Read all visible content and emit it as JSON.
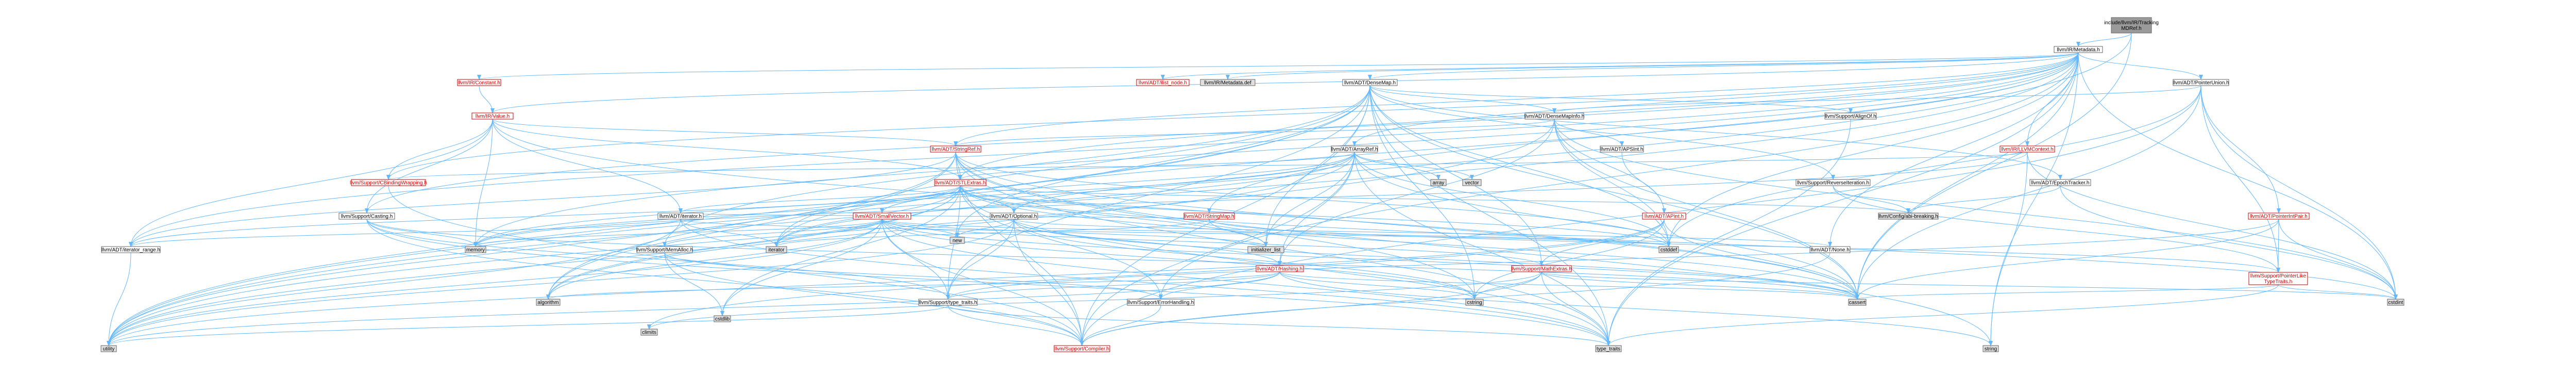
{
  "palette": {
    "root_fill": "#9a9a9a",
    "node_fill": "#ffffff",
    "ext_fill": "#e0e0e0",
    "border": "#666666",
    "border_red": "#cc0000",
    "edge": "#63b8ff",
    "red_text": "#cc0000"
  },
  "nodes": [
    {
      "id": "root",
      "label": "include/llvm/IR/Tracking\nMDRef.h",
      "kind": "root"
    },
    {
      "id": "metadata",
      "label": "llvm/IR/Metadata.h",
      "kind": "normal"
    },
    {
      "id": "constant",
      "label": "llvm/IR/Constant.h",
      "kind": "red"
    },
    {
      "id": "value",
      "label": "llvm/IR/Value.h",
      "kind": "red"
    },
    {
      "id": "ilistnode",
      "label": "llvm/ADT/ilist_node.h",
      "kind": "red"
    },
    {
      "id": "metadatadef",
      "label": "llvm/IR/Metadata.def",
      "kind": "ext"
    },
    {
      "id": "densemap",
      "label": "llvm/ADT/DenseMap.h",
      "kind": "normal"
    },
    {
      "id": "pointerunion",
      "label": "llvm/ADT/PointerUnion.h",
      "kind": "normal"
    },
    {
      "id": "densemapinfo",
      "label": "llvm/ADT/DenseMapInfo.h",
      "kind": "normal"
    },
    {
      "id": "aligntof",
      "label": "llvm/Support/AlignOf.h",
      "kind": "normal"
    },
    {
      "id": "llvmcontext",
      "label": "llvm/IR/LLVMContext.h",
      "kind": "red"
    },
    {
      "id": "stringref",
      "label": "llvm/ADT/StringRef.h",
      "kind": "red"
    },
    {
      "id": "arrayref",
      "label": "llvm/ADT/ArrayRef.h",
      "kind": "normal"
    },
    {
      "id": "apsint",
      "label": "llvm/ADT/APSInt.h",
      "kind": "normal"
    },
    {
      "id": "cbinding",
      "label": "llvm/Support/CBindingWrapping.h",
      "kind": "red"
    },
    {
      "id": "stlextras",
      "label": "llvm/ADT/STLExtras.h",
      "kind": "red"
    },
    {
      "id": "array",
      "label": "array",
      "kind": "ext"
    },
    {
      "id": "vector",
      "label": "vector",
      "kind": "ext"
    },
    {
      "id": "reverseiter",
      "label": "llvm/Support/ReverseIteration.h",
      "kind": "normal"
    },
    {
      "id": "epochtracker",
      "label": "llvm/ADT/EpochTracker.h",
      "kind": "normal"
    },
    {
      "id": "casting",
      "label": "llvm/Support/Casting.h",
      "kind": "normal"
    },
    {
      "id": "iteratorh",
      "label": "llvm/ADT/iterator.h",
      "kind": "normal"
    },
    {
      "id": "smallvector",
      "label": "llvm/ADT/SmallVector.h",
      "kind": "red"
    },
    {
      "id": "optional",
      "label": "llvm/ADT/Optional.h",
      "kind": "normal"
    },
    {
      "id": "stringmap",
      "label": "llvm/ADT/StringMap.h",
      "kind": "red"
    },
    {
      "id": "apint",
      "label": "llvm/ADT/APInt.h",
      "kind": "red"
    },
    {
      "id": "configbreak",
      "label": "llvm/Config/abi-breaking.h",
      "kind": "ext"
    },
    {
      "id": "pointerintpair",
      "label": "llvm/ADT/PointerIntPair.h",
      "kind": "red"
    },
    {
      "id": "iteratorrange",
      "label": "llvm/ADT/iterator_range.h",
      "kind": "normal"
    },
    {
      "id": "memory",
      "label": "memory",
      "kind": "ext"
    },
    {
      "id": "memalloc",
      "label": "llvm/Support/MemAlloc.h",
      "kind": "normal"
    },
    {
      "id": "iterator",
      "label": "iterator",
      "kind": "ext"
    },
    {
      "id": "new",
      "label": "new",
      "kind": "ext"
    },
    {
      "id": "initlist",
      "label": "initializer_list",
      "kind": "ext"
    },
    {
      "id": "hashing",
      "label": "llvm/ADT/Hashing.h",
      "kind": "red"
    },
    {
      "id": "cstddef",
      "label": "cstddef",
      "kind": "ext"
    },
    {
      "id": "mathextras",
      "label": "llvm/Support/MathExtras.h",
      "kind": "red"
    },
    {
      "id": "noneh",
      "label": "llvm/ADT/None.h",
      "kind": "normal"
    },
    {
      "id": "ptrliketypetraits",
      "label": "llvm/Support/PointerLike\nTypeTraits.h",
      "kind": "red"
    },
    {
      "id": "algorithm",
      "label": "algorithm",
      "kind": "ext"
    },
    {
      "id": "typetraits",
      "label": "llvm/Support/type_traits.h",
      "kind": "normal"
    },
    {
      "id": "errorhandling",
      "label": "llvm/Support/ErrorHandling.h",
      "kind": "normal"
    },
    {
      "id": "cstring",
      "label": "cstring",
      "kind": "ext"
    },
    {
      "id": "cassert",
      "label": "cassert",
      "kind": "ext"
    },
    {
      "id": "cstdint",
      "label": "cstdint",
      "kind": "ext"
    },
    {
      "id": "climits",
      "label": "climits",
      "kind": "ext"
    },
    {
      "id": "cstdlib",
      "label": "cstdlib",
      "kind": "ext"
    },
    {
      "id": "utility",
      "label": "utility",
      "kind": "ext"
    },
    {
      "id": "compiler",
      "label": "llvm/Support/Compiler.h",
      "kind": "red"
    },
    {
      "id": "stdtypetraits",
      "label": "type_traits",
      "kind": "ext"
    },
    {
      "id": "string",
      "label": "string",
      "kind": "ext"
    }
  ],
  "edges": [
    [
      "root",
      "metadata"
    ],
    [
      "root",
      "utility"
    ],
    [
      "root",
      "cassert"
    ],
    [
      "metadata",
      "constant"
    ],
    [
      "metadata",
      "value"
    ],
    [
      "metadata",
      "ilistnode"
    ],
    [
      "metadata",
      "metadatadef"
    ],
    [
      "metadata",
      "densemap"
    ],
    [
      "metadata",
      "pointerunion"
    ],
    [
      "metadata",
      "llvmcontext"
    ],
    [
      "metadata",
      "stringref"
    ],
    [
      "metadata",
      "arrayref"
    ],
    [
      "metadata",
      "stlextras"
    ],
    [
      "metadata",
      "casting"
    ],
    [
      "metadata",
      "iteratorrange"
    ],
    [
      "metadata",
      "stringmap"
    ],
    [
      "metadata",
      "memory"
    ],
    [
      "metadata",
      "iterator"
    ],
    [
      "metadata",
      "cstddef"
    ],
    [
      "metadata",
      "cstdint"
    ],
    [
      "metadata",
      "string"
    ],
    [
      "metadata",
      "errorhandling"
    ],
    [
      "metadata",
      "cbinding"
    ],
    [
      "metadata",
      "noneh"
    ],
    [
      "metadata",
      "stdtypetraits"
    ],
    [
      "metadata",
      "utility"
    ],
    [
      "metadata",
      "cassert"
    ],
    [
      "constant",
      "value"
    ],
    [
      "value",
      "stlextras"
    ],
    [
      "value",
      "stringref"
    ],
    [
      "value",
      "iteratorrange"
    ],
    [
      "value",
      "cbinding"
    ],
    [
      "value",
      "casting"
    ],
    [
      "value",
      "memory"
    ],
    [
      "value",
      "cassert"
    ],
    [
      "value",
      "iteratorh"
    ],
    [
      "densemap",
      "densemapinfo"
    ],
    [
      "densemap",
      "epochtracker"
    ],
    [
      "densemap",
      "aligntof"
    ],
    [
      "densemap",
      "compiler"
    ],
    [
      "densemap",
      "mathextras"
    ],
    [
      "densemap",
      "memalloc"
    ],
    [
      "densemap",
      "reverseiter"
    ],
    [
      "densemap",
      "typetraits"
    ],
    [
      "densemap",
      "algorithm"
    ],
    [
      "densemap",
      "cassert"
    ],
    [
      "densemap",
      "cstddef"
    ],
    [
      "densemap",
      "cstring"
    ],
    [
      "densemap",
      "initlist"
    ],
    [
      "densemap",
      "iterator"
    ],
    [
      "densemap",
      "new"
    ],
    [
      "densemap",
      "stdtypetraits"
    ],
    [
      "densemap",
      "utility"
    ],
    [
      "densemapinfo",
      "apint"
    ],
    [
      "densemapinfo",
      "apsint"
    ],
    [
      "densemapinfo",
      "hashing"
    ],
    [
      "densemapinfo",
      "stringref"
    ],
    [
      "densemapinfo",
      "cassert"
    ],
    [
      "densemapinfo",
      "cstddef"
    ],
    [
      "densemapinfo",
      "cstdint"
    ],
    [
      "densemapinfo",
      "tuple"
    ],
    [
      "densemapinfo",
      "utility"
    ],
    [
      "apsint",
      "apint"
    ],
    [
      "apint",
      "mathextras"
    ],
    [
      "apint",
      "cassert"
    ],
    [
      "apint",
      "climits"
    ],
    [
      "apint",
      "cstring"
    ],
    [
      "apint",
      "utility"
    ],
    [
      "pointerunion",
      "densemapinfo"
    ],
    [
      "pointerunion",
      "pointerintpair"
    ],
    [
      "pointerunion",
      "compiler"
    ],
    [
      "pointerunion",
      "ptrliketypetraits"
    ],
    [
      "pointerunion",
      "cassert"
    ],
    [
      "pointerunion",
      "cstddef"
    ],
    [
      "pointerunion",
      "cstdint"
    ],
    [
      "pointerintpair",
      "ptrliketypetraits"
    ],
    [
      "pointerintpair",
      "typetraits"
    ],
    [
      "pointerintpair",
      "cassert"
    ],
    [
      "pointerintpair",
      "cstdint"
    ],
    [
      "pointerintpair",
      "limits"
    ],
    [
      "ptrliketypetraits",
      "cassert"
    ],
    [
      "ptrliketypetraits",
      "cstdint"
    ],
    [
      "ptrliketypetraits",
      "stdtypetraits"
    ],
    [
      "llvmcontext",
      "cbinding"
    ],
    [
      "llvmcontext",
      "cstdint"
    ],
    [
      "llvmcontext",
      "memory"
    ],
    [
      "llvmcontext",
      "string"
    ],
    [
      "stringref",
      "stlextras"
    ],
    [
      "stringref",
      "iteratorrange"
    ],
    [
      "stringref",
      "compiler"
    ],
    [
      "stringref",
      "algorithm"
    ],
    [
      "stringref",
      "cassert"
    ],
    [
      "stringref",
      "cstddef"
    ],
    [
      "stringref",
      "cstring"
    ],
    [
      "stringref",
      "limits"
    ],
    [
      "stringref",
      "string"
    ],
    [
      "stringref",
      "stdtypetraits"
    ],
    [
      "stringref",
      "utility"
    ],
    [
      "arrayref",
      "hashing"
    ],
    [
      "arrayref",
      "none"
    ],
    [
      "arrayref",
      "smallvector"
    ],
    [
      "arrayref",
      "stlextras"
    ],
    [
      "arrayref",
      "compiler"
    ],
    [
      "arrayref",
      "algorithm"
    ],
    [
      "arrayref",
      "array"
    ],
    [
      "arrayref",
      "cassert"
    ],
    [
      "arrayref",
      "cstddef"
    ],
    [
      "arrayref",
      "initlist"
    ],
    [
      "arrayref",
      "iterator"
    ],
    [
      "arrayref",
      "memory"
    ],
    [
      "arrayref",
      "stdtypetraits"
    ],
    [
      "arrayref",
      "vector"
    ],
    [
      "arrayref",
      "optional"
    ],
    [
      "stlextras",
      "iteratorh"
    ],
    [
      "stlextras",
      "iteratorrange"
    ],
    [
      "stlextras",
      "optional"
    ],
    [
      "stlextras",
      "configbreak"
    ],
    [
      "stlextras",
      "errorhandling"
    ],
    [
      "stlextras",
      "typetraits"
    ],
    [
      "stlextras",
      "algorithm"
    ],
    [
      "stlextras",
      "cassert"
    ],
    [
      "stlextras",
      "cstddef"
    ],
    [
      "stlextras",
      "cstdint"
    ],
    [
      "stlextras",
      "cstdlib"
    ],
    [
      "stlextras",
      "functional"
    ],
    [
      "stlextras",
      "initlist"
    ],
    [
      "stlextras",
      "iterator"
    ],
    [
      "stlextras",
      "limits"
    ],
    [
      "stlextras",
      "memory"
    ],
    [
      "stlextras",
      "tuple"
    ],
    [
      "stlextras",
      "stdtypetraits"
    ],
    [
      "stlextras",
      "utility"
    ],
    [
      "smallvector",
      "compiler"
    ],
    [
      "smallvector",
      "mathextras"
    ],
    [
      "smallvector",
      "memalloc"
    ],
    [
      "smallvector",
      "typetraits"
    ],
    [
      "smallvector",
      "algorithm"
    ],
    [
      "smallvector",
      "cassert"
    ],
    [
      "smallvector",
      "cstddef"
    ],
    [
      "smallvector",
      "cstdlib"
    ],
    [
      "smallvector",
      "cstring"
    ],
    [
      "smallvector",
      "initlist"
    ],
    [
      "smallvector",
      "iterator"
    ],
    [
      "smallvector",
      "limits"
    ],
    [
      "smallvector",
      "memory"
    ],
    [
      "smallvector",
      "new"
    ],
    [
      "smallvector",
      "stdtypetraits"
    ],
    [
      "smallvector",
      "utility"
    ],
    [
      "optional",
      "hashing"
    ],
    [
      "optional",
      "noneh"
    ],
    [
      "optional",
      "stlforwardcompat"
    ],
    [
      "optional",
      "compiler"
    ],
    [
      "optional",
      "typetraits"
    ],
    [
      "optional",
      "cassert"
    ],
    [
      "optional",
      "cstring"
    ],
    [
      "optional",
      "new"
    ],
    [
      "optional",
      "utility"
    ],
    [
      "hashing",
      "errorhandling"
    ],
    [
      "hashing",
      "swapbyteorder"
    ],
    [
      "hashing",
      "typetraits"
    ],
    [
      "hashing",
      "algorithm"
    ],
    [
      "hashing",
      "cassert"
    ],
    [
      "hashing",
      "cstring"
    ],
    [
      "hashing",
      "string"
    ],
    [
      "hashing",
      "tuple"
    ],
    [
      "hashing",
      "utility"
    ],
    [
      "iteratorh",
      "iteratorrange"
    ],
    [
      "iteratorh",
      "cstddef"
    ],
    [
      "iteratorh",
      "iterator"
    ],
    [
      "iteratorh",
      "stdtypetraits"
    ],
    [
      "iteratorh",
      "utility"
    ],
    [
      "casting",
      "compiler"
    ],
    [
      "casting",
      "typetraits"
    ],
    [
      "casting",
      "cassert"
    ],
    [
      "casting",
      "memory"
    ],
    [
      "casting",
      "stdtypetraits"
    ],
    [
      "stringmap",
      "stringmapentry"
    ],
    [
      "stringmap",
      "iteratorh"
    ],
    [
      "stringmap",
      "allocatorbase"
    ],
    [
      "stringmap",
      "ptrliketypetraits"
    ],
    [
      "stringmap",
      "initlist"
    ],
    [
      "stringmap",
      "iterator"
    ],
    [
      "mathextras",
      "compiler"
    ],
    [
      "mathextras",
      "cassert"
    ],
    [
      "mathextras",
      "climits"
    ],
    [
      "mathextras",
      "cstdint"
    ],
    [
      "mathextras",
      "cstring"
    ],
    [
      "mathextras",
      "limits"
    ],
    [
      "mathextras",
      "stdtypetraits"
    ],
    [
      "memalloc",
      "compiler"
    ],
    [
      "memalloc",
      "errorhandling"
    ],
    [
      "memalloc",
      "cstdlib"
    ],
    [
      "errorhandling",
      "compiler"
    ],
    [
      "typetraits",
      "compiler"
    ],
    [
      "typetraits",
      "stdtypetraits"
    ],
    [
      "typetraits",
      "utility"
    ],
    [
      "reverseiter",
      "configbreak"
    ],
    [
      "reverseiter",
      "ptrliketypetraits"
    ],
    [
      "epochtracker",
      "configbreak"
    ],
    [
      "epochtracker",
      "cstdint"
    ],
    [
      "aligntof",
      "stdtypetraits"
    ],
    [
      "cbinding",
      "compiler"
    ],
    [
      "cbinding",
      "types"
    ],
    [
      "noneh",
      "compiler"
    ],
    [
      "iteratorrange",
      "utility"
    ]
  ]
}
